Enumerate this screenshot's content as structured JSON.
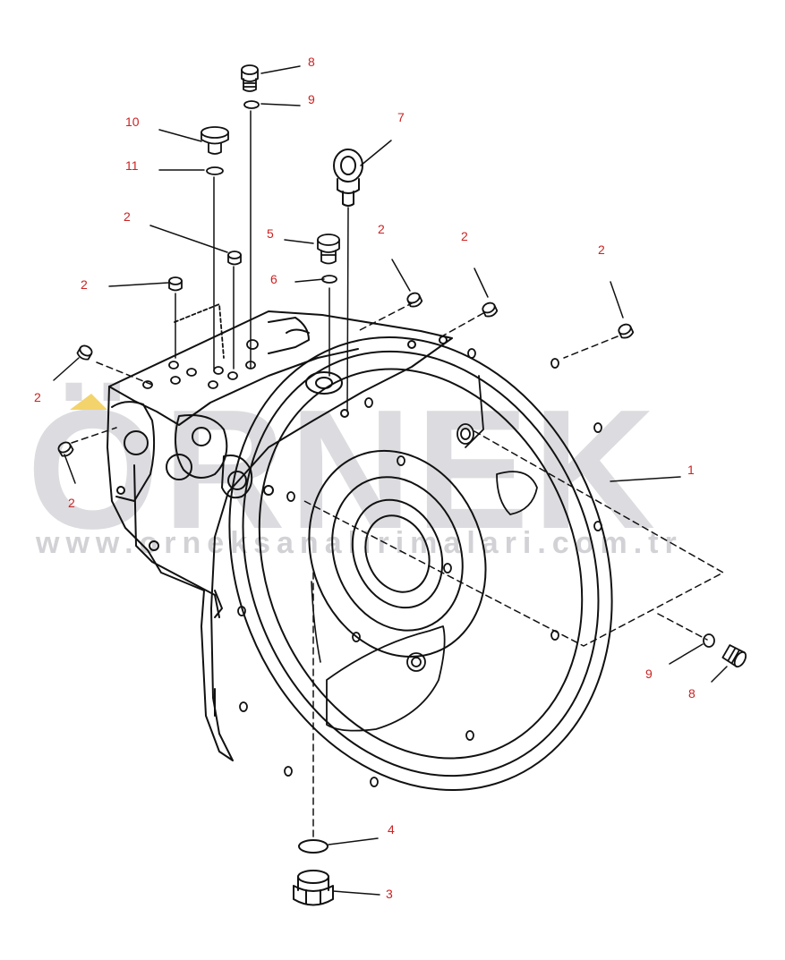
{
  "colors": {
    "line": "#111111",
    "callout_text": "#cc2222",
    "watermark": "#dcdce0",
    "watermark_accent": "#f3d36b"
  },
  "watermark": {
    "logo": "ÖRNEK",
    "url": "www.orneksanalirimalari.com.tr"
  },
  "callouts": [
    {
      "id": "c8a",
      "label": "8"
    },
    {
      "id": "c9a",
      "label": "9"
    },
    {
      "id": "c7",
      "label": "7"
    },
    {
      "id": "c10",
      "label": "10"
    },
    {
      "id": "c11",
      "label": "11"
    },
    {
      "id": "c2a",
      "label": "2"
    },
    {
      "id": "c5",
      "label": "5"
    },
    {
      "id": "c2b",
      "label": "2"
    },
    {
      "id": "c2c",
      "label": "2"
    },
    {
      "id": "c2d",
      "label": "2"
    },
    {
      "id": "c2e",
      "label": "2"
    },
    {
      "id": "c6",
      "label": "6"
    },
    {
      "id": "c2f",
      "label": "2"
    },
    {
      "id": "c2g",
      "label": "2"
    },
    {
      "id": "c1",
      "label": "1"
    },
    {
      "id": "c9b",
      "label": "9"
    },
    {
      "id": "c8b",
      "label": "8"
    },
    {
      "id": "c4",
      "label": "4"
    },
    {
      "id": "c3",
      "label": "3"
    }
  ]
}
